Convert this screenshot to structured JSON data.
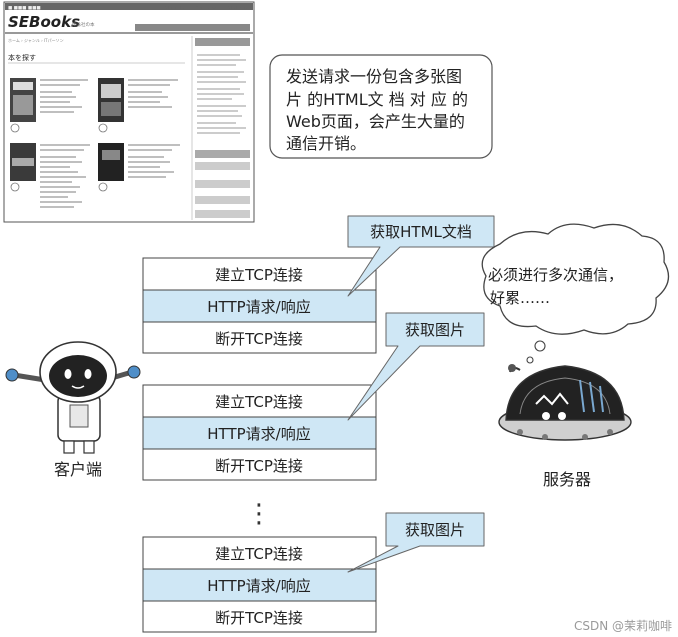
{
  "webpage_thumbnail": {
    "logo": "SEBooks",
    "top_links": [
      "SEBooks",
      "Hutech Learning",
      "SEMedia"
    ],
    "heading": "本を探す"
  },
  "note": {
    "lines": [
      "发送请求一份包含多张图",
      "片 的HTML文 档 对 应 的",
      "Web页面，会产生大量的",
      "通信开销。"
    ]
  },
  "client_label": "客户端",
  "server_label": "服务器",
  "server_bubble": {
    "lines": [
      "必须进行多次通信，",
      "好累……"
    ]
  },
  "groups": [
    {
      "rows": [
        "建立TCP连接",
        "HTTP请求/响应",
        "断开TCP连接"
      ],
      "callout": "获取HTML文档"
    },
    {
      "rows": [
        "建立TCP连接",
        "HTTP请求/响应",
        "断开TCP连接"
      ],
      "callout": "获取图片"
    },
    {
      "rows": [
        "建立TCP连接",
        "HTTP请求/响应",
        "断开TCP连接"
      ],
      "callout": "获取图片"
    }
  ],
  "ellipsis": "⋮",
  "watermark": "CSDN @茉莉咖啡"
}
